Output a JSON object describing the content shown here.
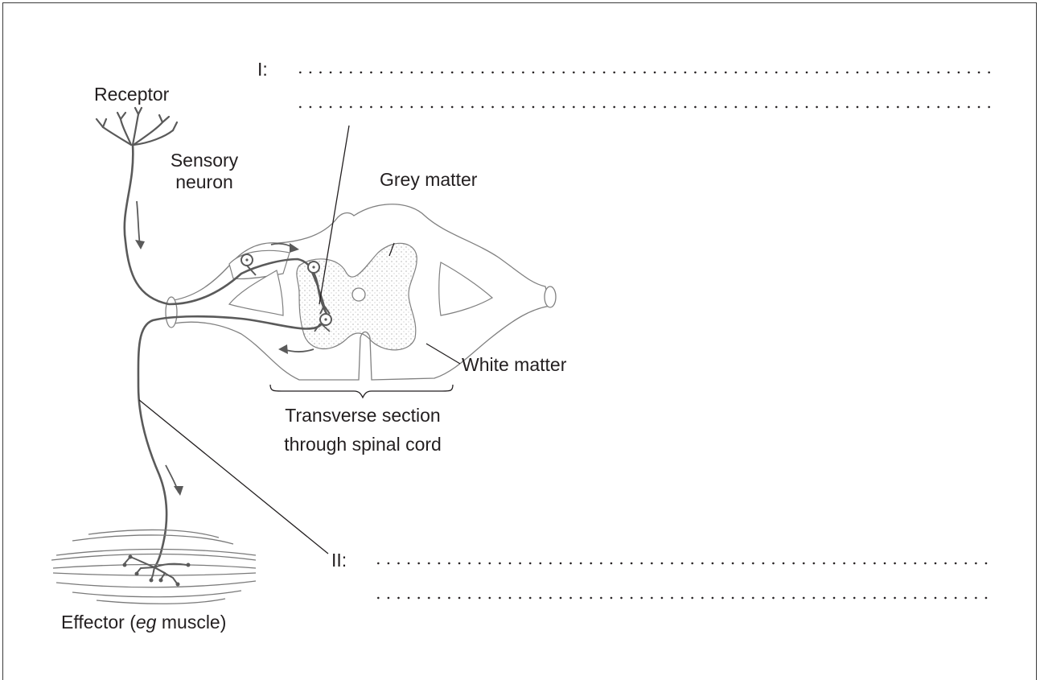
{
  "labels": {
    "receptor": "Receptor",
    "sensory_neuron_line1": "Sensory",
    "sensory_neuron_line2": "neuron",
    "grey_matter": "Grey matter",
    "white_matter": "White matter",
    "transverse_line1": "Transverse section",
    "transverse_line2": "through spinal cord",
    "effector_prefix": "Effector (",
    "effector_italic": "eg",
    "effector_suffix": " muscle)"
  },
  "answer_blanks": {
    "label_I": "I:",
    "label_II": "II:"
  },
  "colors": {
    "line": "#231f20",
    "nerve": "#5a5a5a",
    "grey_matter_fill": "#e6e6e6",
    "outline": "#808080"
  }
}
